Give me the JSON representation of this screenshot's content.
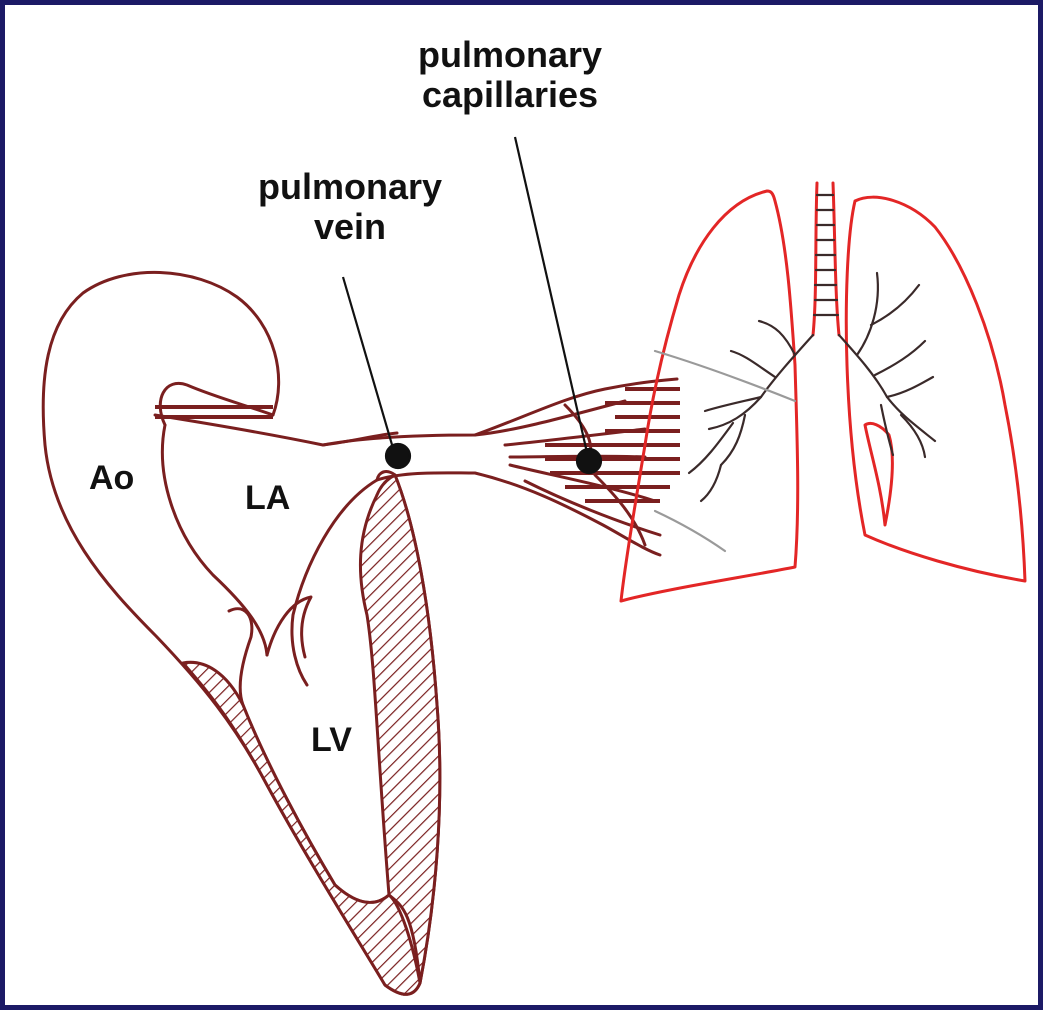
{
  "colors": {
    "frame": "#1c1a66",
    "heart_outline": "#7a1f1f",
    "lung_outline": "#e32626",
    "lobe_fissure": "#9a9a9a",
    "leader": "#111111"
  },
  "labels": {
    "pulmonary_capillaries": [
      "pulmonary",
      "capillaries"
    ],
    "pulmonary_vein": [
      "pulmonary",
      "vein"
    ],
    "aorta": "Ao",
    "left_atrium": "LA",
    "left_ventricle": "LV"
  }
}
